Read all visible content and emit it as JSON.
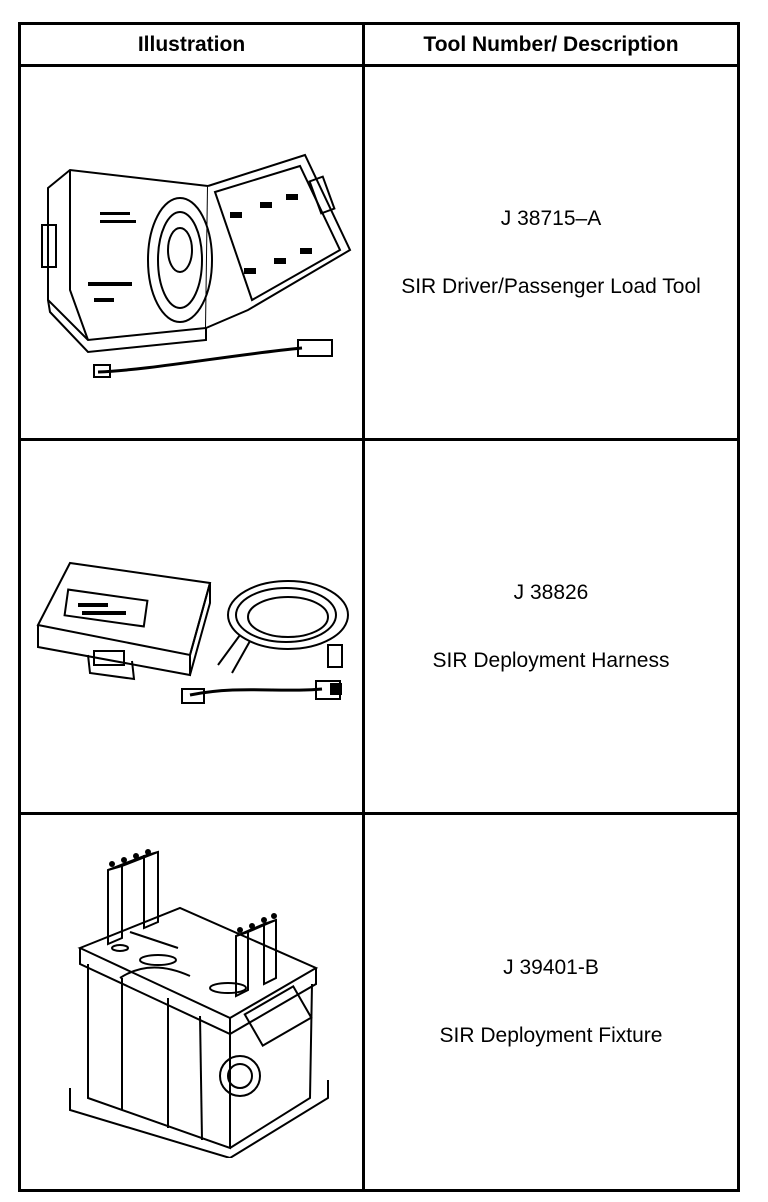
{
  "table": {
    "headers": {
      "illustration": "Illustration",
      "description": "Tool Number/ Description"
    },
    "rows": [
      {
        "tool_number": "J 38715–A",
        "description": "SIR Driver/Passenger Load Tool",
        "illustration_icon": "load-tool-case-icon"
      },
      {
        "tool_number": "J 38826",
        "description": "SIR Deployment Harness",
        "illustration_icon": "deployment-harness-icon"
      },
      {
        "tool_number": "J 39401-B",
        "description": "SIR Deployment Fixture",
        "illustration_icon": "deployment-fixture-icon"
      }
    ]
  }
}
